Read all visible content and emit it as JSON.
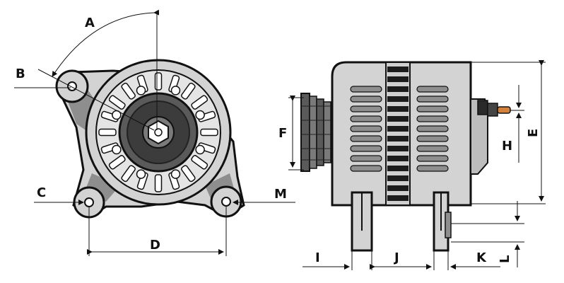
{
  "labels": {
    "a": "A",
    "b": "B",
    "c": "C",
    "d": "D",
    "e": "E",
    "f": "F",
    "h": "H",
    "i": "I",
    "j": "J",
    "k": "K",
    "l": "L",
    "m": "M"
  },
  "colors": {
    "housing": "#d3d3d3",
    "housing_dark": "#8e8e8e",
    "pulley": "#5a5a5a",
    "terminal": "#d2823c",
    "outline": "#111111"
  }
}
